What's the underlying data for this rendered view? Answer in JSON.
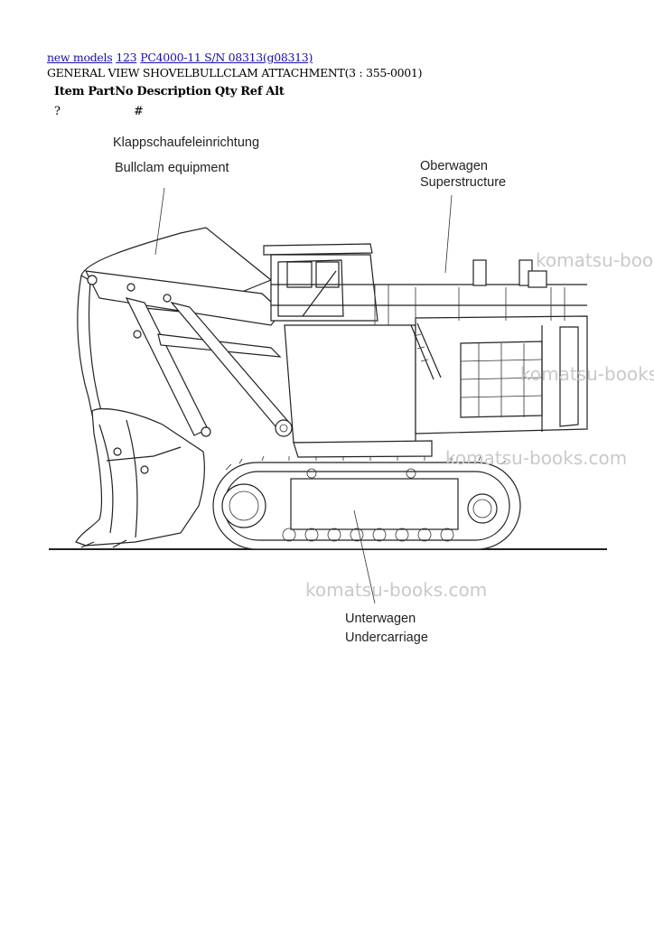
{
  "nav": {
    "links": [
      "new models",
      "123",
      "PC4000-11 S/N 08313(g08313)"
    ]
  },
  "title": "GENERAL VIEW SHOVELBULLCLAM ATTACHMENT(3 : 355-0001)",
  "table": {
    "headers": [
      "Item",
      "PartNo",
      "Description",
      "Qty",
      "Ref",
      "Alt"
    ],
    "row": [
      "?",
      "#"
    ]
  },
  "diagram": {
    "labels": {
      "bullclam_de": "Klappschaufeleinrichtung",
      "bullclam_en": "Bullclam equipment",
      "super_de": "Oberwagen",
      "super_en": "Superstructure",
      "under_de": "Unterwagen",
      "under_en": "Undercarriage"
    },
    "watermark": "komatsu-books.com"
  }
}
